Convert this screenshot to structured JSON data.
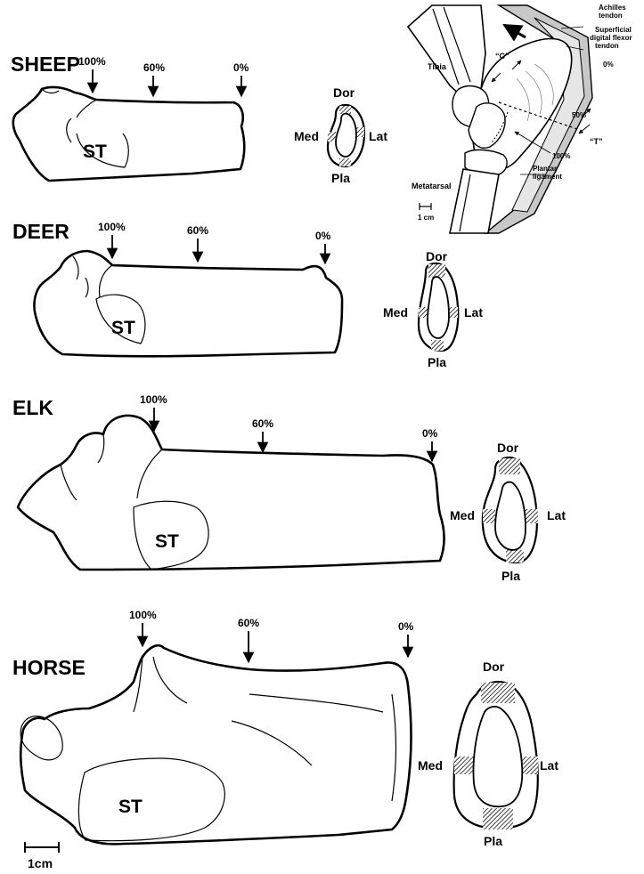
{
  "figure": {
    "percent_labels": {
      "p100": "100%",
      "p60": "60%",
      "p0": "0%"
    },
    "section_labels": {
      "dorsal": "Dor",
      "plantar": "Pla",
      "medial": "Med",
      "lateral": "Lat"
    },
    "st_label": "ST",
    "panels": [
      {
        "animal": "SHEEP"
      },
      {
        "animal": "DEER"
      },
      {
        "animal": "ELK"
      },
      {
        "animal": "HORSE"
      }
    ],
    "scale_bar": {
      "label": "1cm"
    }
  },
  "inset": {
    "labels": {
      "achilles": [
        "Achilles",
        "tendon"
      ],
      "sdft": [
        "Superficial",
        "digital flexor",
        "tendon"
      ],
      "tibia": "Tibia",
      "metatarsal": "Metatarsal",
      "plantar": [
        "Plantar",
        "ligament"
      ],
      "c": "“C”",
      "t": "“T”",
      "p0": "0%",
      "p50": "50%",
      "p100": "100%",
      "scale": "1 cm"
    }
  }
}
